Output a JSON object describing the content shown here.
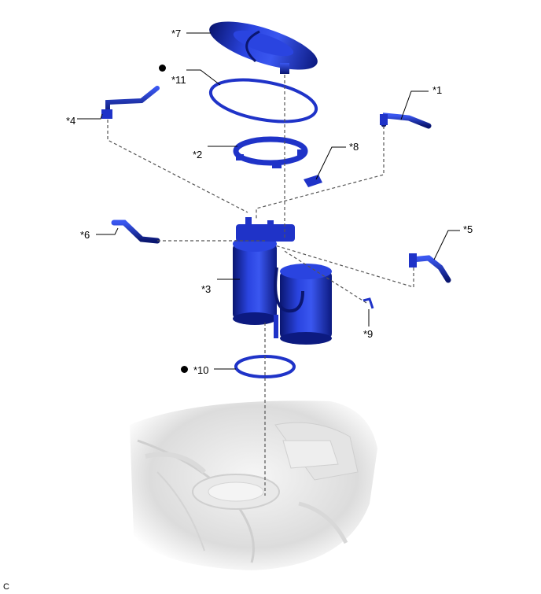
{
  "callouts": {
    "c1": "*1",
    "c2": "*2",
    "c3": "*3",
    "c4": "*4",
    "c5": "*5",
    "c6": "*6",
    "c7": "*7",
    "c8": "*8",
    "c9": "*9",
    "c10": "*10",
    "c11": "*11"
  },
  "markers": {
    "replace_part_marker_count": 2
  },
  "corner_code": "C",
  "colors": {
    "part_blue": "#1f33c8",
    "part_dark": "#0a1670",
    "leader": "#000000",
    "dashed": "#555555",
    "shadow": "#d9d9d9"
  }
}
